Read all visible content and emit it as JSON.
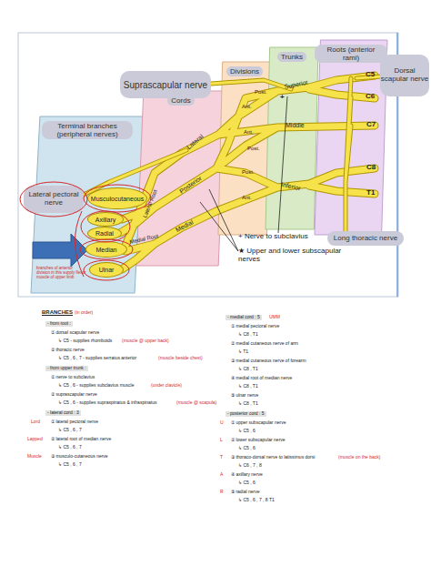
{
  "diagram": {
    "nodes": [
      {
        "text": [
          "Terminal branches (peripheral nerves)"
        ]
      },
      {
        "text": [
          "Musculocutaneous"
        ],
        "in": 0
      },
      {
        "text": [
          "Axillary"
        ],
        "in": 0
      },
      {
        "text": [
          "Radial"
        ],
        "in": 0
      },
      {
        "text": [
          "Median"
        ],
        "in": 0
      },
      {
        "text": [
          "Ulnar"
        ],
        "in": 0
      },
      {
        "text": [
          "Cords"
        ]
      },
      {
        "text": [
          "Divisions"
        ]
      },
      {
        "text": [
          "Trunks"
        ]
      },
      {
        "text": [
          "Roots (anterior rami)"
        ]
      },
      {
        "text": [
          "Suprascapular nerve"
        ]
      },
      {
        "text": [
          "Dorsal scapular nerve"
        ]
      },
      {
        "text": [
          "Lateral pectoral nerve"
        ]
      },
      {
        "text": [
          "Long thoracic nerve"
        ]
      }
    ],
    "labels": [
      "C5",
      "C6",
      "C7",
      "C8",
      "T1",
      "Superior",
      "Middle",
      "Inferior",
      "Ant.",
      "Post.",
      "Ant.",
      "Post.",
      "Post.",
      "Ant.",
      "Lateral",
      "Posterior",
      "Medial",
      "Lateral Root",
      "Medial Root",
      "+",
      "+ Nerve to subclavius",
      "★ Upper and lower subscapular nerves",
      "branches of anterior division in this supply flexor muscle of upper limb",
      "BRANCHES",
      "(in order)",
      "- from root :",
      "① dorsal scapular nerve",
      "↳ C5 - supplies rhomboids",
      "(muscle @ upper back)",
      "② thoracic nerve",
      "↳ C5 , 6 , 7 - supplies serratus anterior",
      "(muscle beside chest)",
      "- from upper trunk :",
      "① nerve to subclavius",
      "↳ C5 , 6 - supplies subclavius muscle",
      "(under clavicle)",
      "② suprascapular nerve",
      "↳ C5 , 6 - supplies supraspinatus & infraspinatus",
      "(muscle @ scapula)",
      "- lateral cord : 3",
      "Lord",
      "① lateral pectoral nerve",
      "↳ C5 , 6 , 7",
      "Lapped",
      "② lateral root of median nerve",
      "↳ C5 , 6 , 7",
      "Muscle",
      "③ musculo-cutaneous nerve",
      "↳ C5 , 6 , 7",
      "- medial cord : 5",
      "UMM",
      "① medial pectoral nerve",
      "↳ C8 , T1",
      "② medial cutaneous nerve of arm",
      "↳ T1",
      "③ medial cutaneous nerve of forearm",
      "↳ C8 , T1",
      "④ medial root of median nerve",
      "↳ C8 , T1",
      "⑤ ulnar nerve",
      "↳ C8 , T1",
      "- posterior cord : 5",
      "U",
      "① upper subscapular nerve",
      "↳ C5 , 6",
      "L",
      "② lower subscapular nerve",
      "↳ C5 , 6",
      "T",
      "③ thoraco-dorsal nerve to latissimus dorsi",
      "(muscle on the back)",
      "↳ C6 , 7 , 8",
      "A",
      "④ axillary nerve",
      "↳ C5 , 6",
      "R",
      "⑤ radial nerve",
      "↳ C5 , 6 , 7 , 8 T1"
    ]
  }
}
